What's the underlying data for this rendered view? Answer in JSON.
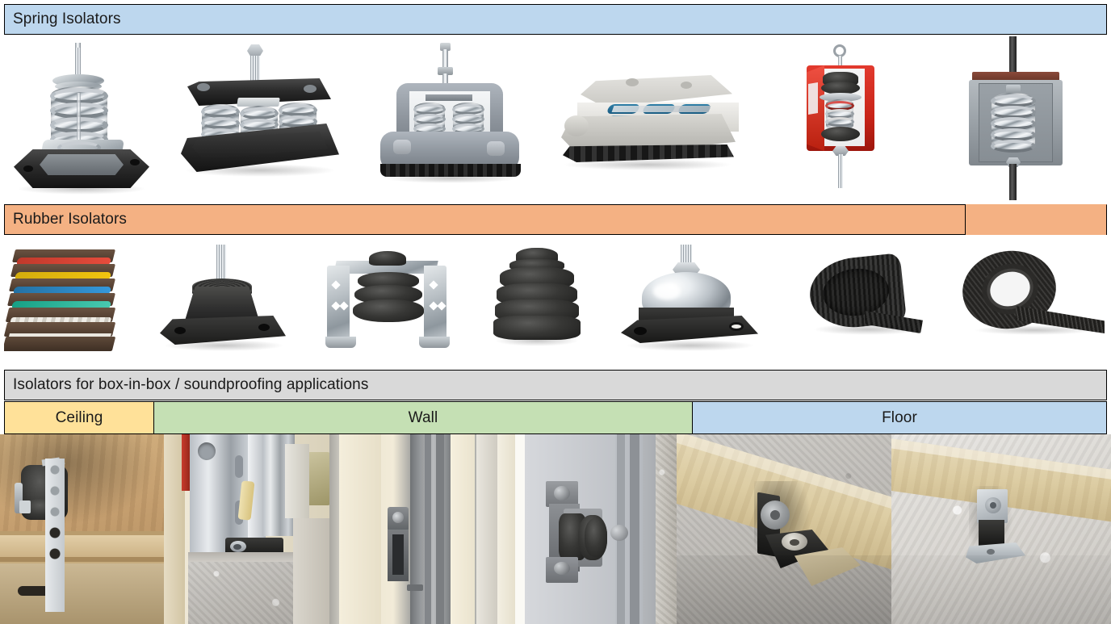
{
  "sections": [
    {
      "id": "spring",
      "title": "Spring Isolators",
      "color": "#BDD7EE",
      "items": [
        {
          "name": "open-spring-mount-with-rubber-base"
        },
        {
          "name": "multi-spring-mount-with-steel-top-plate"
        },
        {
          "name": "housed-spring-isolator-grey"
        },
        {
          "name": "low-profile-housed-spring-isolator-blue-springs"
        },
        {
          "name": "red-spring-hanger-isolator"
        },
        {
          "name": "grey-spring-hanger-isolator"
        }
      ]
    },
    {
      "id": "rubber",
      "title": "Rubber Isolators",
      "color": "#F4B183",
      "items": [
        {
          "name": "layered-ribbed-rubber-pads-stack"
        },
        {
          "name": "conical-rubber-machine-mount"
        },
        {
          "name": "bracketed-rubber-hanger-mount"
        },
        {
          "name": "ribbed-rubber-bumper-mount"
        },
        {
          "name": "chrome-dome-rubber-mount"
        },
        {
          "name": "ribbed-rubber-strip-roll"
        },
        {
          "name": "cork-rubber-strip-roll"
        }
      ]
    },
    {
      "id": "boxinbox",
      "title": "Isolators for box-in-box / soundproofing applications",
      "color": "#D9D9D9",
      "subsections": [
        {
          "id": "ceiling",
          "label": "Ceiling",
          "color": "#FFE199",
          "items": [
            {
              "name": "ceiling-hanger-isolator-on-timber"
            },
            {
              "name": "steel-stud-base-isolator-on-concrete"
            }
          ]
        },
        {
          "id": "wall",
          "label": "Wall",
          "color": "#C5E0B4",
          "items": [
            {
              "name": "wall-bracket-isolator-render"
            },
            {
              "name": "wall-mounted-rubber-isolator-render"
            }
          ]
        },
        {
          "id": "floor",
          "label": "Floor",
          "color": "#BDD7EE",
          "items": [
            {
              "name": "floor-joist-rubber-angle-isolator"
            },
            {
              "name": "floor-joist-steel-bracket-isolator"
            }
          ]
        }
      ]
    }
  ]
}
